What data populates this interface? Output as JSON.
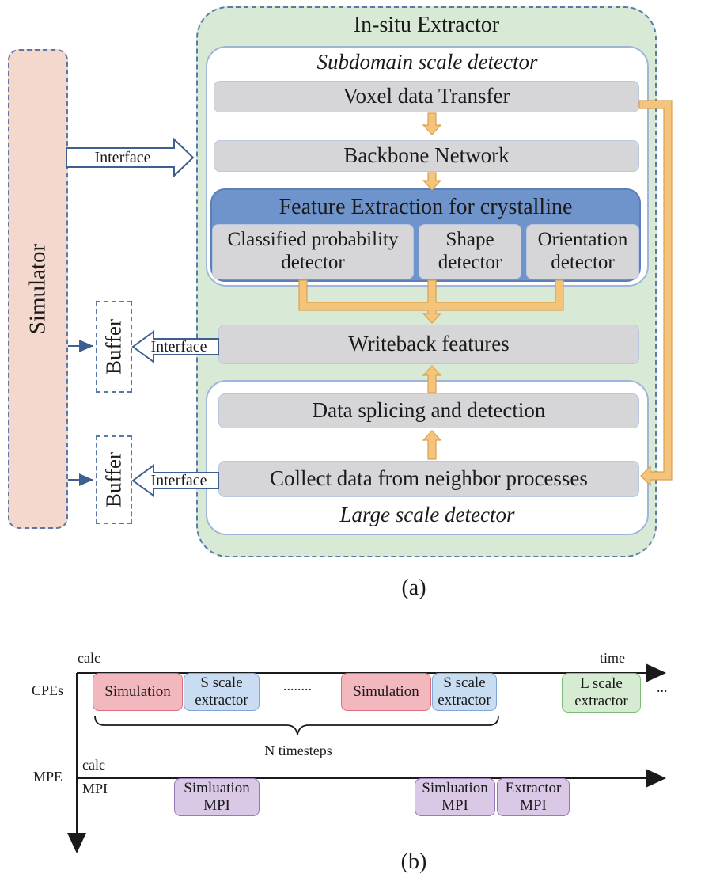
{
  "panel_a": {
    "simulator": "Simulator",
    "extractor_title": "In-situ Extractor",
    "subdomain_title": "Subdomain scale detector",
    "large_title": "Large scale detector",
    "voxel": "Voxel data Transfer",
    "backbone": "Backbone Network",
    "feature_title": "Feature Extraction for crystalline",
    "detectors": [
      {
        "line1": "Classified probability",
        "line2": "detector"
      },
      {
        "line1": "Shape",
        "line2": "detector"
      },
      {
        "line1": "Orientation",
        "line2": "detector"
      }
    ],
    "writeback": "Writeback features",
    "splicing": "Data splicing and detection",
    "collect": "Collect data from neighbor processes",
    "interface": "Interface",
    "buffer": "Buffer",
    "caption": "(a)"
  },
  "panel_b": {
    "cpes": "CPEs",
    "mpe": "MPE",
    "calc_top": "calc",
    "time": "time",
    "calc_mid": "calc",
    "mpi": "MPI",
    "simulation": "Simulation",
    "s_scale": {
      "line1": "S scale",
      "line2": "extractor"
    },
    "dots": "........",
    "trail_dots": "...",
    "l_scale": {
      "line1": "L scale",
      "line2": "extractor"
    },
    "n_timesteps": "N timesteps",
    "sim_mpi": {
      "line1": "Simluation",
      "line2": "MPI"
    },
    "ext_mpi": {
      "line1": "Extractor",
      "line2": "MPI"
    },
    "caption": "(b)"
  }
}
